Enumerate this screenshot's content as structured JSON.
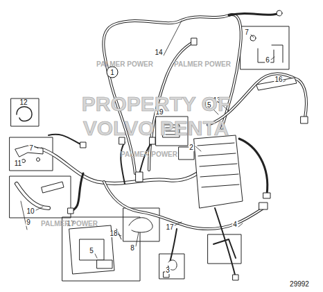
{
  "diagram": {
    "labels": [
      "1",
      "14",
      "7",
      "6",
      "16",
      "12",
      "13",
      "15",
      "19",
      "2",
      "7",
      "11",
      "10",
      "9",
      "17",
      "18",
      "5",
      "8",
      "17",
      "4",
      "3",
      "PALMER POWER",
      "PALMER POWER",
      "PALMER POWER",
      "PALMER POWER",
      "PROPERTY OF",
      "VOLVO PENTA",
      "29992"
    ]
  }
}
